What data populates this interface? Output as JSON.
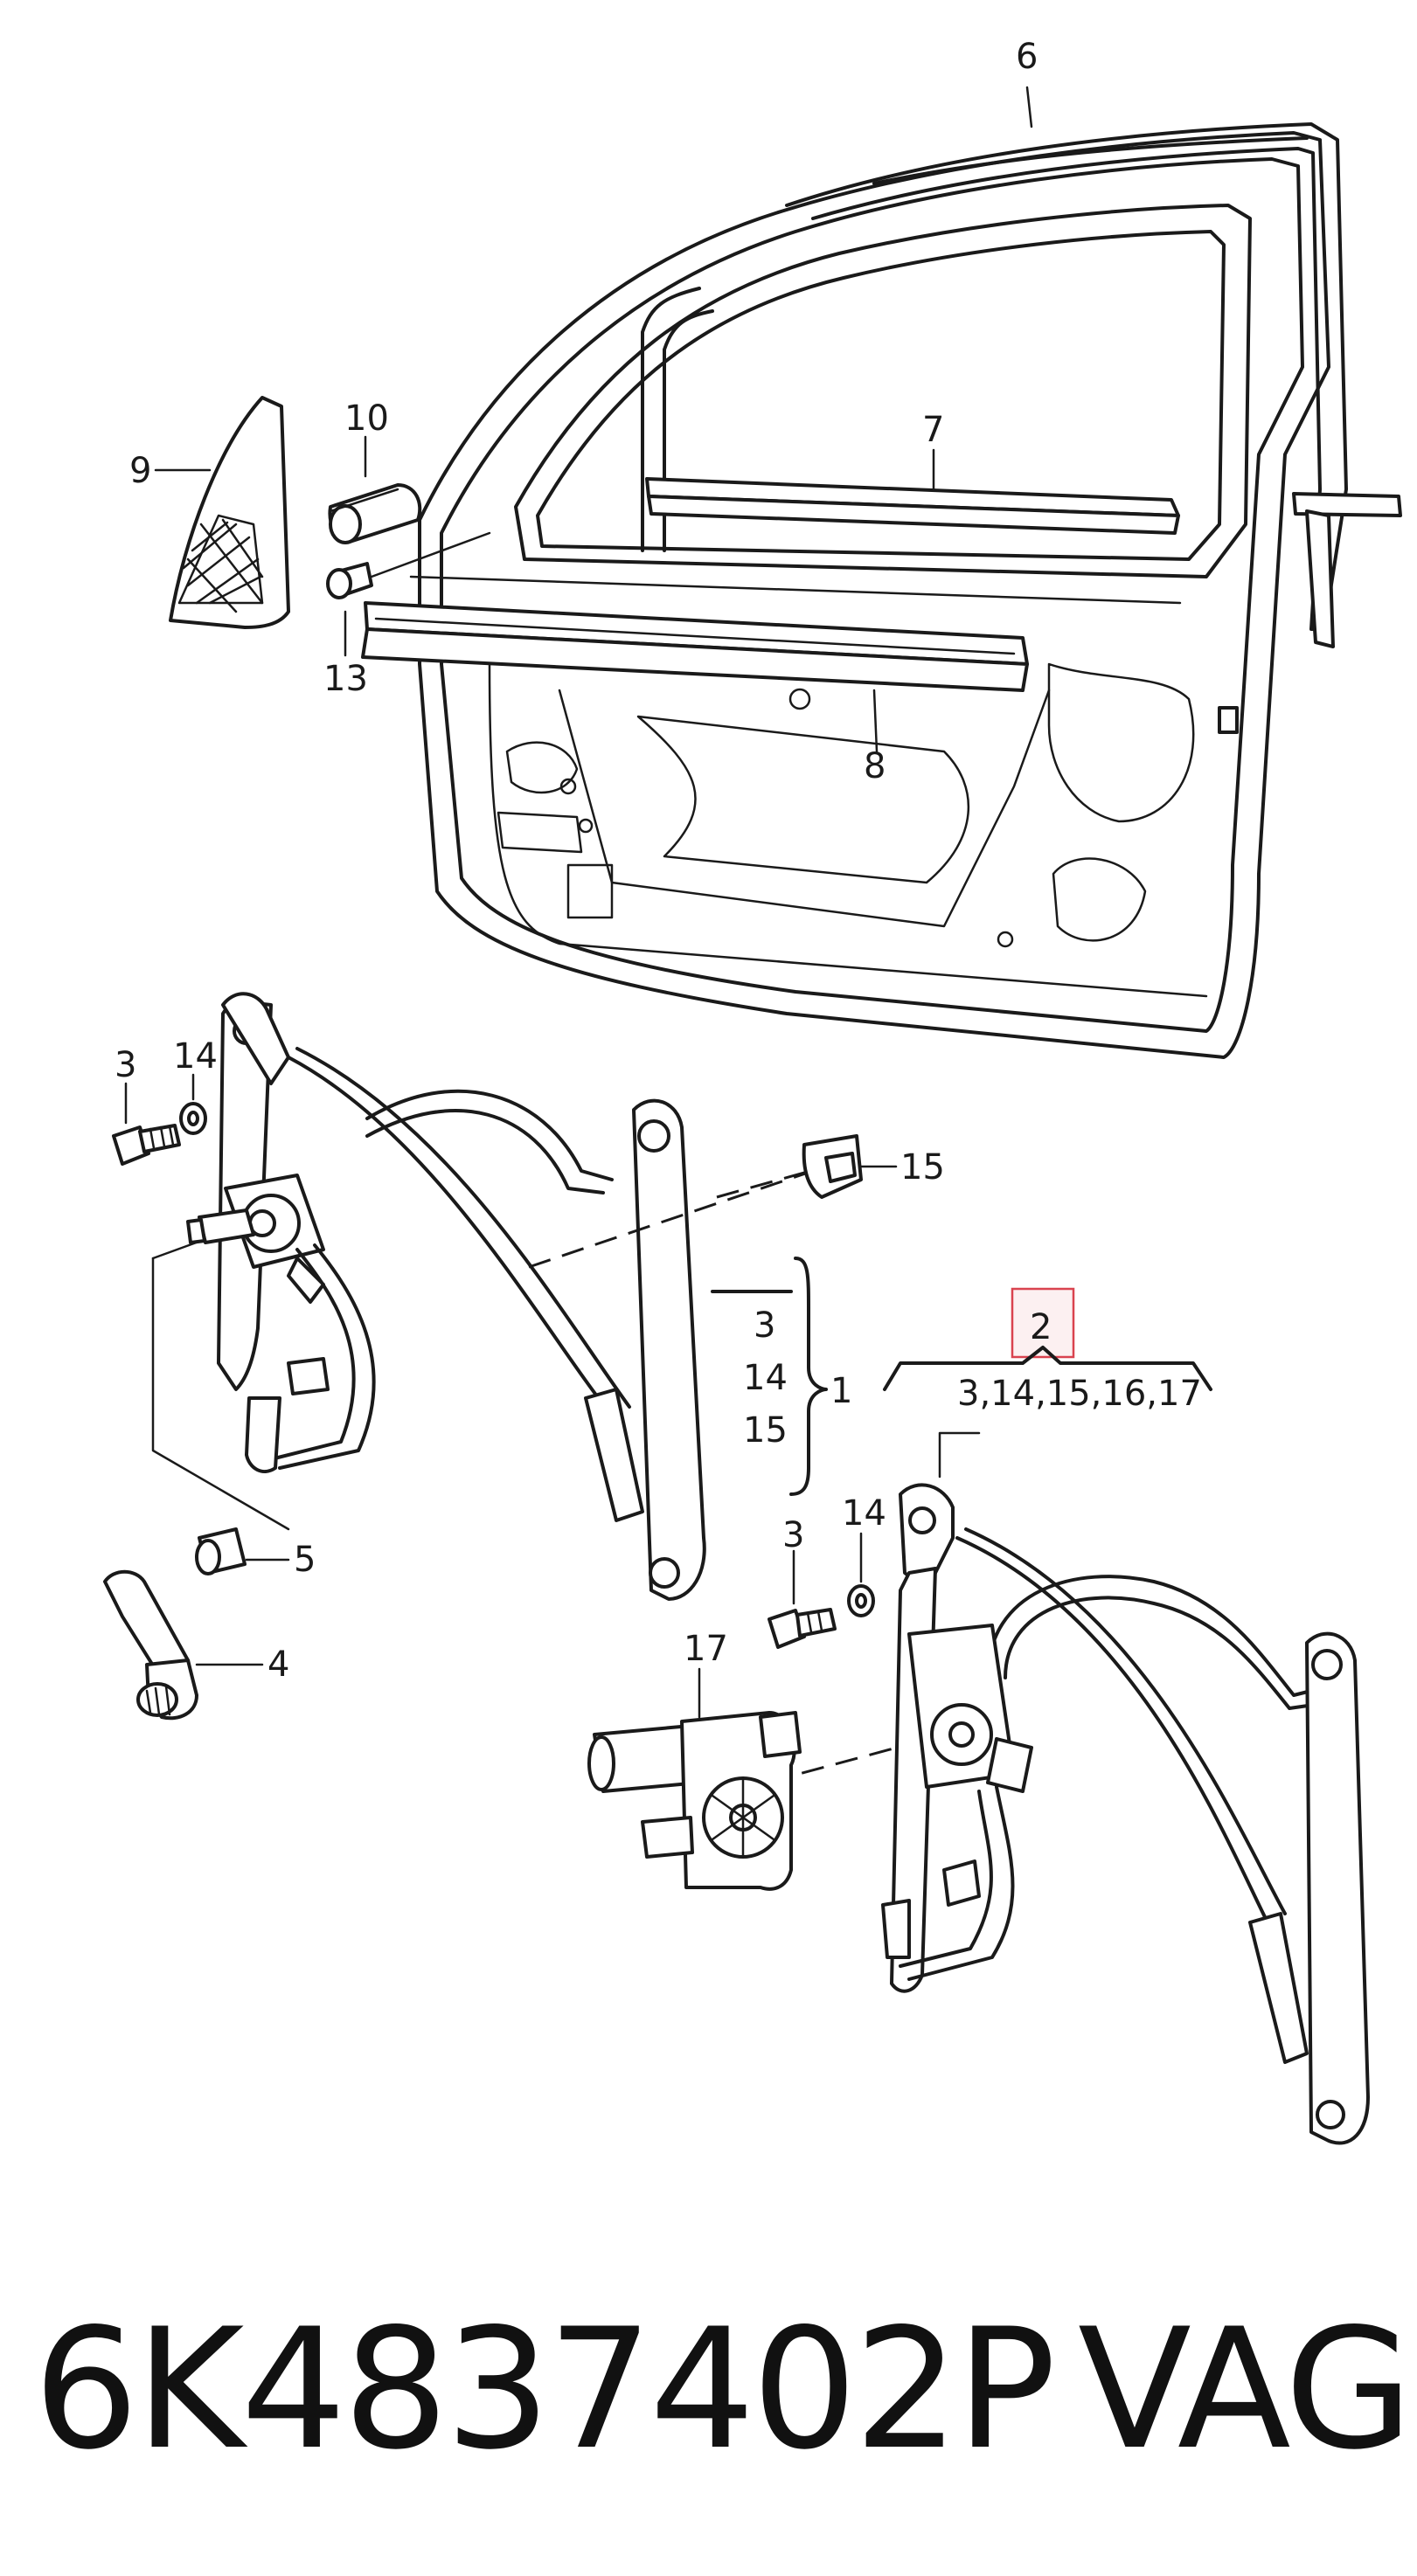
{
  "callouts": {
    "c1": "1",
    "c2": "2",
    "c3a": "3",
    "c3b": "3",
    "c3c": "3",
    "c4": "4",
    "c5": "5",
    "c6": "6",
    "c7": "7",
    "c8": "8",
    "c9": "9",
    "c10": "10",
    "c13": "13",
    "c14a": "14",
    "c14b": "14",
    "c14c": "14",
    "c15a": "15",
    "c15b": "15",
    "c17": "17"
  },
  "bracket_group_1": [
    "3",
    "14",
    "15"
  ],
  "kit_2_contents": "3,14,15,16,17",
  "highlight_color": "#d9434f",
  "footer": {
    "part_number": "6K4837402P",
    "brand": "VAG"
  }
}
